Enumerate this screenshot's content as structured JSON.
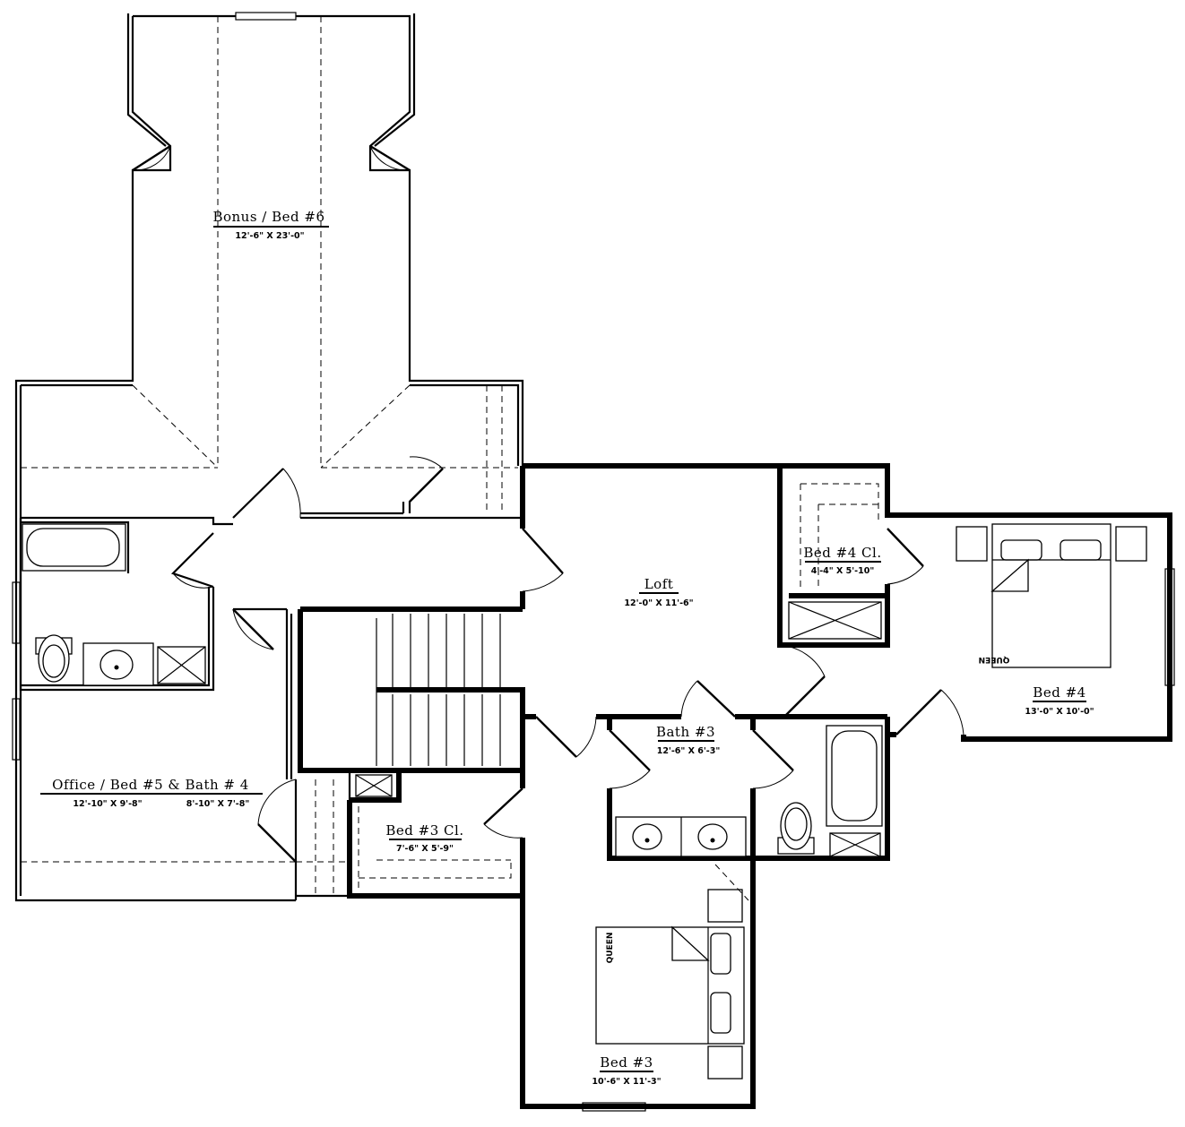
{
  "rooms": {
    "bonus": {
      "name": "Bonus / Bed #6",
      "dims": "12'-6\" X 23'-0\""
    },
    "loft": {
      "name": "Loft",
      "dims": "12'-0\" X 11'-6\""
    },
    "bed4cl": {
      "name": "Bed #4 Cl.",
      "dims": "4'-4\" X 5'-10\""
    },
    "bed4": {
      "name": "Bed #4",
      "dims": "13'-0\" X 10'-0\""
    },
    "bath3": {
      "name": "Bath #3",
      "dims": "12'-6\" X 6'-3\""
    },
    "office": {
      "name": "Office / Bed #5  &  Bath # 4",
      "dims_a": "12'-10\" X 9'-8\"",
      "dims_b": "8'-10\" X 7'-8\""
    },
    "bed3cl": {
      "name": "Bed #3 Cl.",
      "dims": "7'-6\" X 5'-9\""
    },
    "bed3": {
      "name": "Bed #3",
      "dims": "10'-6\" X 11'-3\""
    }
  },
  "furniture": {
    "bed4_label": "QUEEN",
    "bed3_label": "QUEEN"
  }
}
